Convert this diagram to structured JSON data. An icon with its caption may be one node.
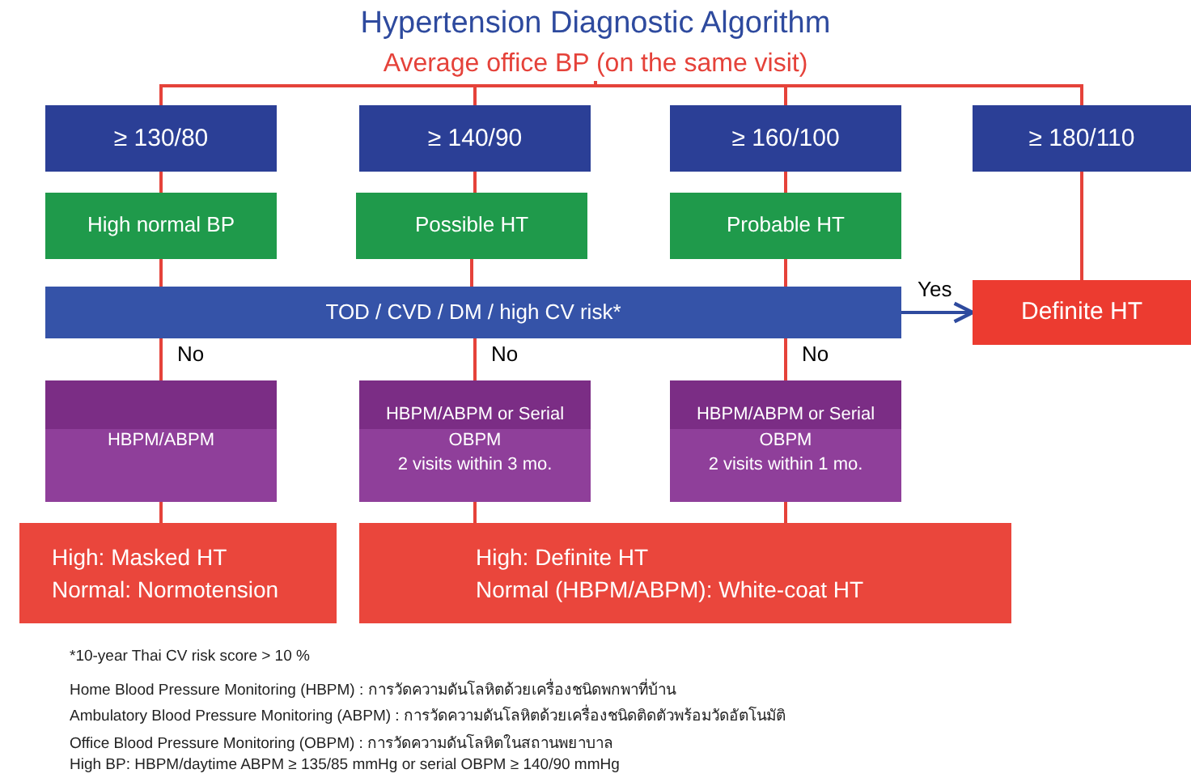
{
  "diagram": {
    "title": "Hypertension Diagnostic Algorithm",
    "nodes": [
      {
        "text": [
          "Average office BP (on the same visit)"
        ]
      },
      {
        "text": [
          "≥ 130/80"
        ]
      },
      {
        "text": [
          "≥ 140/90"
        ]
      },
      {
        "text": [
          "≥ 160/100"
        ]
      },
      {
        "text": [
          "≥ 180/110"
        ]
      },
      {
        "text": [
          "High normal BP"
        ]
      },
      {
        "text": [
          "Possible HT"
        ]
      },
      {
        "text": [
          "Probable HT"
        ]
      },
      {
        "text": [
          "TOD / CVD / DM / high CV risk*"
        ]
      },
      {
        "text": [
          "Definite HT"
        ]
      },
      {
        "text": [
          "HBPM/ABPM"
        ]
      },
      {
        "text": [
          "HBPM/ABPM or Serial OBPM",
          "2 visits within 3 mo."
        ]
      },
      {
        "text": [
          "HBPM/ABPM or Serial OBPM",
          "2 visits within 1 mo."
        ]
      },
      {
        "text": [
          "High: Masked HT",
          "Normal: Normotension"
        ]
      },
      {
        "text": [
          "High: Definite HT",
          "Normal (HBPM/ABPM): White-coat HT"
        ]
      }
    ],
    "edges": [
      {
        "from": 0,
        "to": 1,
        "arrow": "none"
      },
      {
        "from": 0,
        "to": 2,
        "arrow": "none"
      },
      {
        "from": 0,
        "to": 3,
        "arrow": "none"
      },
      {
        "from": 0,
        "to": 4,
        "arrow": "none"
      },
      {
        "from": 1,
        "to": 5,
        "arrow": "none"
      },
      {
        "from": 2,
        "to": 6,
        "arrow": "none"
      },
      {
        "from": 3,
        "to": 7,
        "arrow": "none"
      },
      {
        "from": 5,
        "to": 8,
        "arrow": "none"
      },
      {
        "from": 6,
        "to": 8,
        "arrow": "none"
      },
      {
        "from": 7,
        "to": 8,
        "arrow": "none"
      },
      {
        "from": 4,
        "to": 9,
        "arrow": "none"
      },
      {
        "from": 8,
        "to": 9,
        "arrow": "to",
        "label": "Yes",
        "color": "#2e4a9e"
      },
      {
        "from": 8,
        "to": 10,
        "arrow": "none",
        "label": "No"
      },
      {
        "from": 8,
        "to": 11,
        "arrow": "none",
        "label": "No"
      },
      {
        "from": 8,
        "to": 12,
        "arrow": "none",
        "label": "No"
      },
      {
        "from": 10,
        "to": 13,
        "arrow": "none"
      },
      {
        "from": 11,
        "to": 14,
        "arrow": "none"
      },
      {
        "from": 12,
        "to": 14,
        "arrow": "none"
      }
    ],
    "labels": [
      "*10-year Thai CV risk score > 10 %",
      "Home Blood Pressure Monitoring (HBPM) : การวัดความดันโลหิตด้วยเครื่องชนิดพกพาที่บ้าน",
      "Ambulatory Blood Pressure Monitoring (ABPM) : การวัดความดันโลหิตด้วยเครื่องชนิดติดตัวพร้อมวัดอัตโนมัติ",
      "Office Blood Pressure Monitoring (OBPM) : การวัดความดันโลหิตในสถานพยาบาล",
      "High BP: HBPM/daytime ABPM ≥ 135/85 mmHg or serial OBPM ≥ 140/90 mmHg"
    ]
  }
}
